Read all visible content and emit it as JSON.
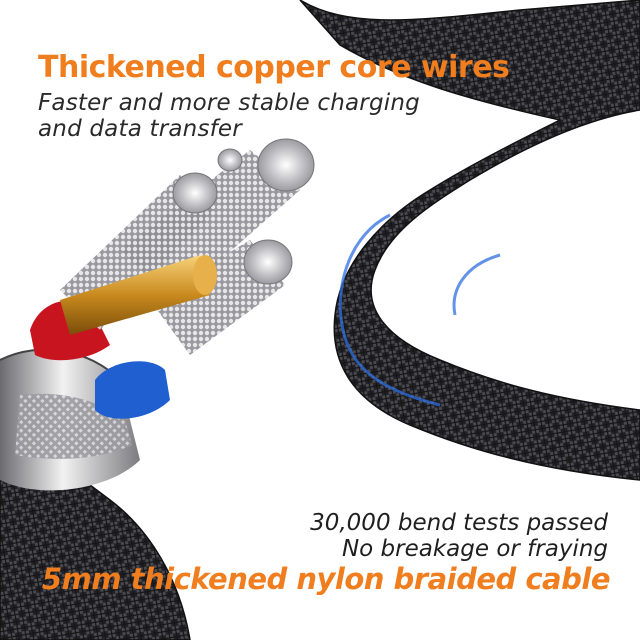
{
  "headline": "Thickened copper core wires",
  "subtitle_line1": "Faster and more stable charging",
  "subtitle_line2": "and data transfer",
  "bend_tests": "30,000 bend tests passed",
  "no_breakage": "No breakage or fraying",
  "footer_headline": "5mm thickened nylon braided cable",
  "colors": {
    "accent": "#f07d1e",
    "braid": "#2b2b2e",
    "motion_arc": "#2f6fe0",
    "wire_red": "#c8141e",
    "wire_blue": "#1f5fd0",
    "copper": "#d69a2a"
  }
}
